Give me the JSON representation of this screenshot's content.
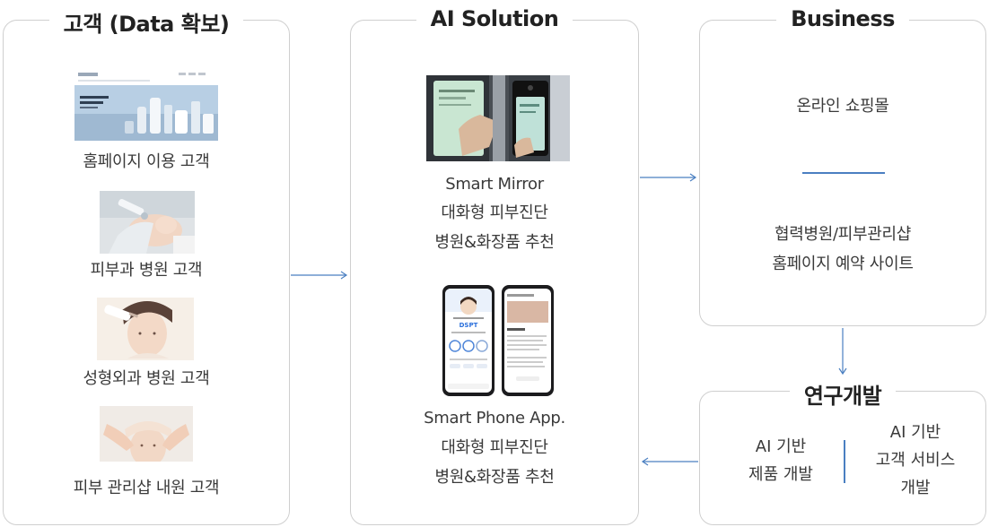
{
  "panels": {
    "customers": {
      "title": "고객 (Data 확보)",
      "items": [
        {
          "label": "홈페이지 이용 고객",
          "image": "homepage-screenshot"
        },
        {
          "label": "피부과 병원 고객",
          "image": "dermatology-photo"
        },
        {
          "label": "성형외과 병원 고객",
          "image": "plastic-surgery-photo"
        },
        {
          "label": "피부 관리샵 내원 고객",
          "image": "skin-care-shop-photo"
        }
      ]
    },
    "solution": {
      "title": "AI Solution",
      "mirror": {
        "line1": "Smart Mirror",
        "line2": "대화형 피부진단",
        "line3": "병원&화장품 추천"
      },
      "phone": {
        "line1": "Smart Phone App.",
        "line2": "대화형 피부진단",
        "line3": "병원&화장품 추천"
      },
      "phone_screen": {
        "badge": "DSPT"
      }
    },
    "business": {
      "title": "Business",
      "item1": "온라인 쇼핑몰",
      "item2_line1": "협력병원/피부관리샵",
      "item2_line2": "홈페이지 예약 사이트"
    },
    "rnd": {
      "title": "연구개발",
      "left_line1": "AI 기반",
      "left_line2": "제품 개발",
      "right_line1": "AI 기반",
      "right_line2": "고객 서비스",
      "right_line3": "개발"
    }
  },
  "colors": {
    "arrow": "#4a7fc1",
    "border": "#cfcfcf",
    "title": "#222222",
    "text": "#3a3a3a"
  }
}
